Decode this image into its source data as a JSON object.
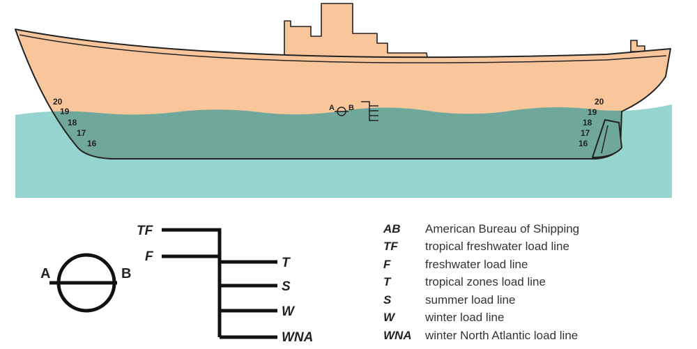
{
  "colors": {
    "hull": "#F9C59A",
    "submerged_hull": "#6FA79A",
    "water": "#96D5CF",
    "outline": "#222222"
  },
  "hull_marks": {
    "stern_draft": [
      "20",
      "19",
      "18",
      "17",
      "16"
    ],
    "bow_draft": [
      "20",
      "19",
      "18",
      "17",
      "16"
    ],
    "ring_left": "A",
    "ring_right": "B"
  },
  "plimsoll": {
    "ring_left": "A",
    "ring_right": "B"
  },
  "load_lines": {
    "left_labels": [
      "TF",
      "F"
    ],
    "right_labels": [
      "T",
      "S",
      "W",
      "WNA"
    ]
  },
  "legend": [
    {
      "abbr": "AB",
      "text": "American Bureau of Shipping"
    },
    {
      "abbr": "TF",
      "text": "tropical freshwater load line"
    },
    {
      "abbr": "F",
      "text": "freshwater load line"
    },
    {
      "abbr": "T",
      "text": "tropical zones load line"
    },
    {
      "abbr": "S",
      "text": "summer load line"
    },
    {
      "abbr": "W",
      "text": "winter load line"
    },
    {
      "abbr": "WNA",
      "text": "winter North Atlantic load line"
    }
  ]
}
